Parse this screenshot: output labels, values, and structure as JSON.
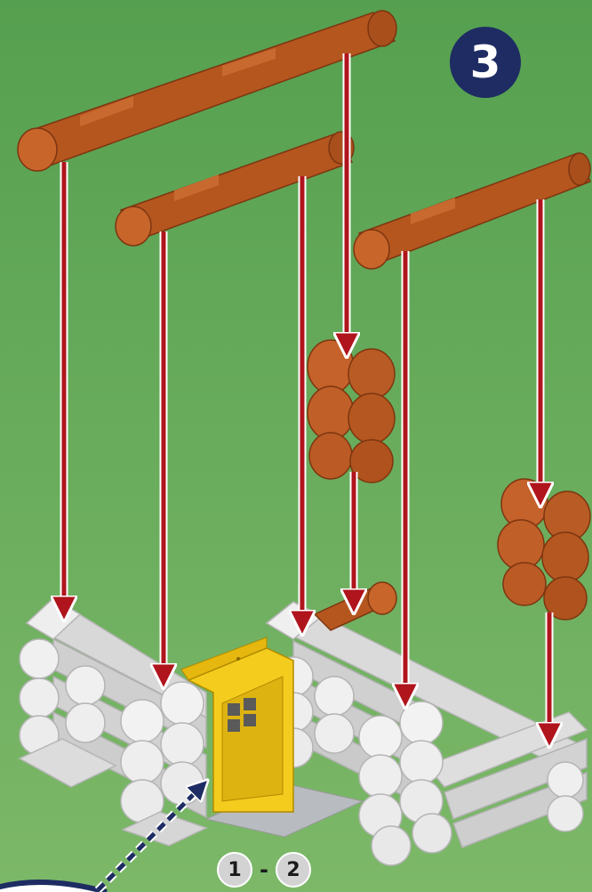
{
  "step": {
    "number": "3"
  },
  "sub_steps": {
    "first": "1",
    "separator": "-",
    "last": "2"
  },
  "colors": {
    "background_top": "#55a050",
    "background_bottom": "#7cb868",
    "log_brown": "#b5561f",
    "log_white": "#e6e6e6",
    "door_yellow": "#f4cc1e",
    "arrow_red": "#b0141c",
    "callout_navy": "#1e2c63"
  },
  "icons": [
    "falling-arrow-icon",
    "dashed-callout-arrow-icon"
  ]
}
